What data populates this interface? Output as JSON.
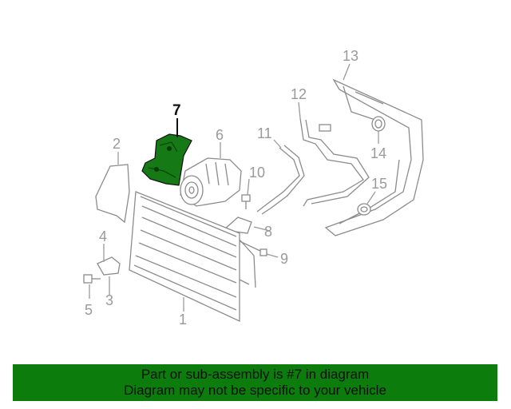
{
  "diagram": {
    "highlight_color": "#157a15",
    "callouts": {
      "c1": "1",
      "c2": "2",
      "c3": "3",
      "c4": "4",
      "c5": "5",
      "c6": "6",
      "c7": "7",
      "c8": "8",
      "c9": "9",
      "c10": "10",
      "c11": "11",
      "c12": "12",
      "c13": "13",
      "c14": "14",
      "c15": "15"
    }
  },
  "banner": {
    "line1": "Part or sub-assembly is #7 in diagram",
    "line2": "Diagram may not be specific to your vehicle",
    "background": "#0c7c0c"
  }
}
